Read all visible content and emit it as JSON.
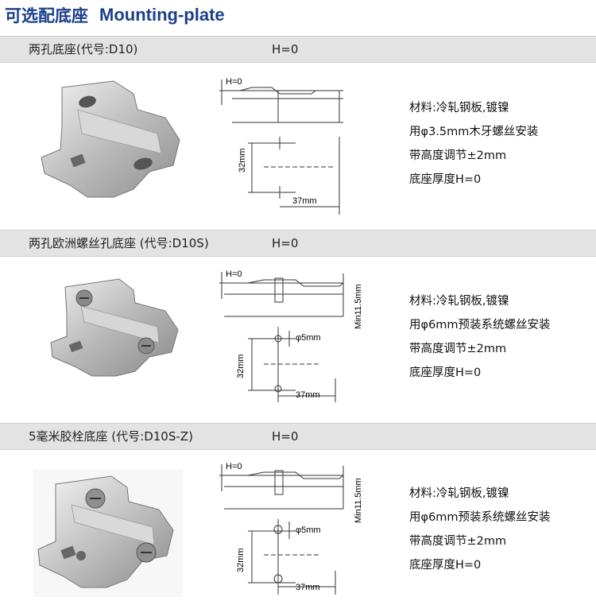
{
  "title": {
    "cn": "可选配底座",
    "en": "Mounting-plate"
  },
  "sections": [
    {
      "name": "两孔底座(代号:D10)",
      "h_value": "H=0",
      "drawing": {
        "h_label": "H=0",
        "pitch_label": "32mm",
        "offset_label": "37mm"
      },
      "specs": [
        "材料:冷轧钢板,镀镍",
        "用φ3.5mm木牙螺丝安装",
        "带高度调节±2mm",
        "底座厚度H=0"
      ]
    },
    {
      "name": "两孔欧洲螺丝孔底座 (代号:D10S)",
      "h_value": "H=0",
      "drawing": {
        "h_label": "H=0",
        "min_label": "Min11.5mm",
        "hole_label": "φ5mm",
        "pitch_label": "32mm",
        "offset_label": "37mm"
      },
      "specs": [
        "材料:冷轧钢板,镀镍",
        "用φ6mm预装系统螺丝安装",
        "带高度调节±2mm",
        "底座厚度H=0"
      ]
    },
    {
      "name": "5毫米胶栓底座 (代号:D10S-Z)",
      "h_value": "H=0",
      "drawing": {
        "h_label": "H=0",
        "min_label": "Min11.5mm",
        "hole_label": "φ5mm",
        "pitch_label": "32mm",
        "offset_label": "37mm"
      },
      "specs": [
        "材料:冷轧钢板,镀镍",
        "用φ6mm预装系统螺丝安装",
        "带高度调节±2mm",
        "底座厚度H=0"
      ]
    }
  ]
}
